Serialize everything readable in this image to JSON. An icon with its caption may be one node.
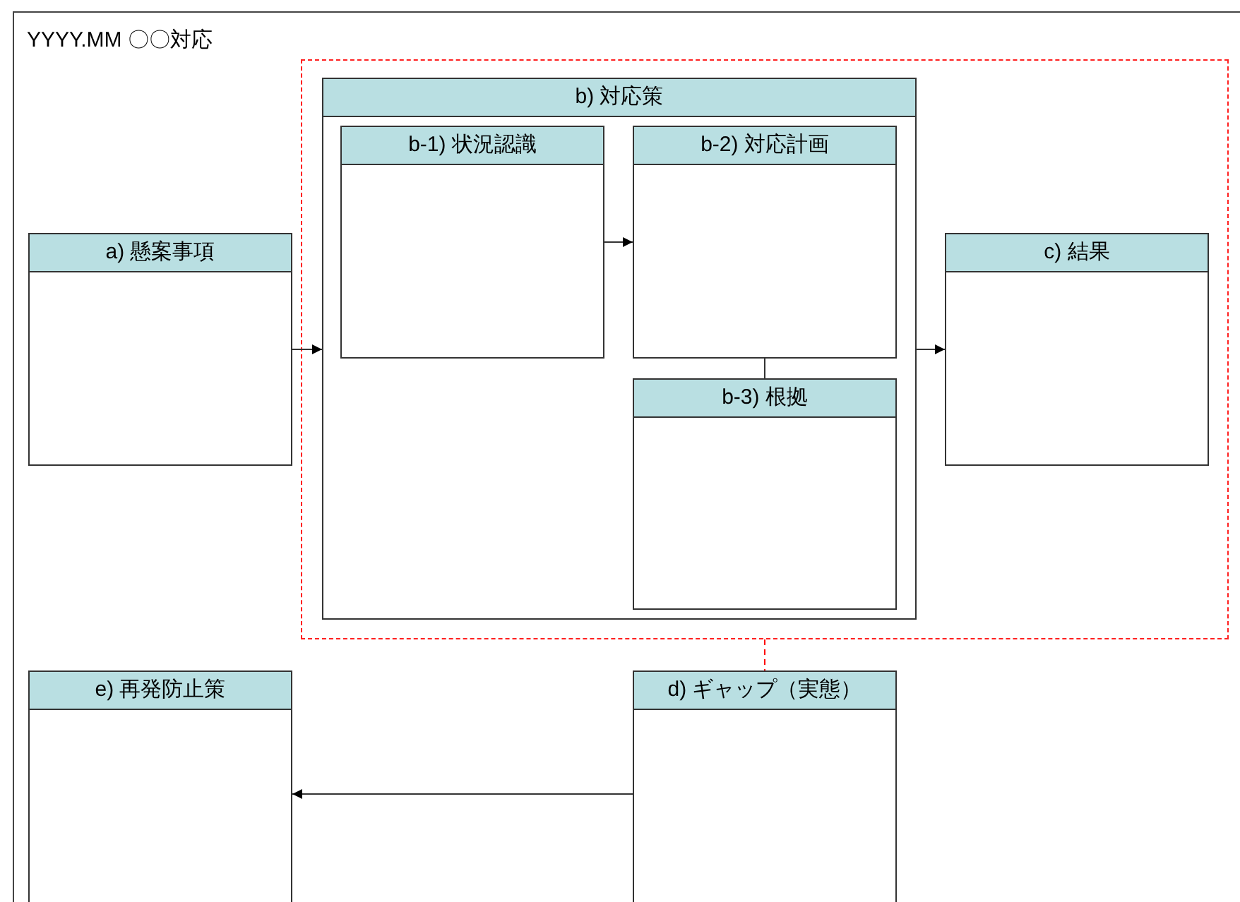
{
  "diagram": {
    "nodes": [
      {
        "text": [
          "YYYY.MM 〇〇対応"
        ]
      },
      {
        "text": [
          "a) 懸案事項"
        ],
        "in": 0
      },
      {
        "text": [],
        "shape": "box",
        "in": 0
      },
      {
        "text": [
          "b) 対応策"
        ],
        "in": 2
      },
      {
        "text": [
          "b-1) 状況認識"
        ],
        "in": 3
      },
      {
        "text": [
          "b-2) 対応計画"
        ],
        "in": 3
      },
      {
        "text": [
          "b-3) 根拠"
        ],
        "in": 3
      },
      {
        "text": [
          "c) 結果"
        ],
        "in": 2
      },
      {
        "text": [
          "e) 再発防止策"
        ],
        "in": 0
      },
      {
        "text": [
          "d) ギャップ（実態）"
        ],
        "in": 0
      }
    ],
    "edges": [
      {
        "from": 1,
        "to": 3,
        "arrow": "to"
      },
      {
        "from": 4,
        "to": 5,
        "arrow": "to"
      },
      {
        "from": 5,
        "to": 6,
        "arrow": "none"
      },
      {
        "from": 3,
        "to": 7,
        "arrow": "to"
      },
      {
        "from": 2,
        "to": 9,
        "arrow": "none",
        "style": "dashed",
        "color": "#ff0000"
      },
      {
        "from": 9,
        "to": 8,
        "arrow": "to"
      }
    ]
  }
}
